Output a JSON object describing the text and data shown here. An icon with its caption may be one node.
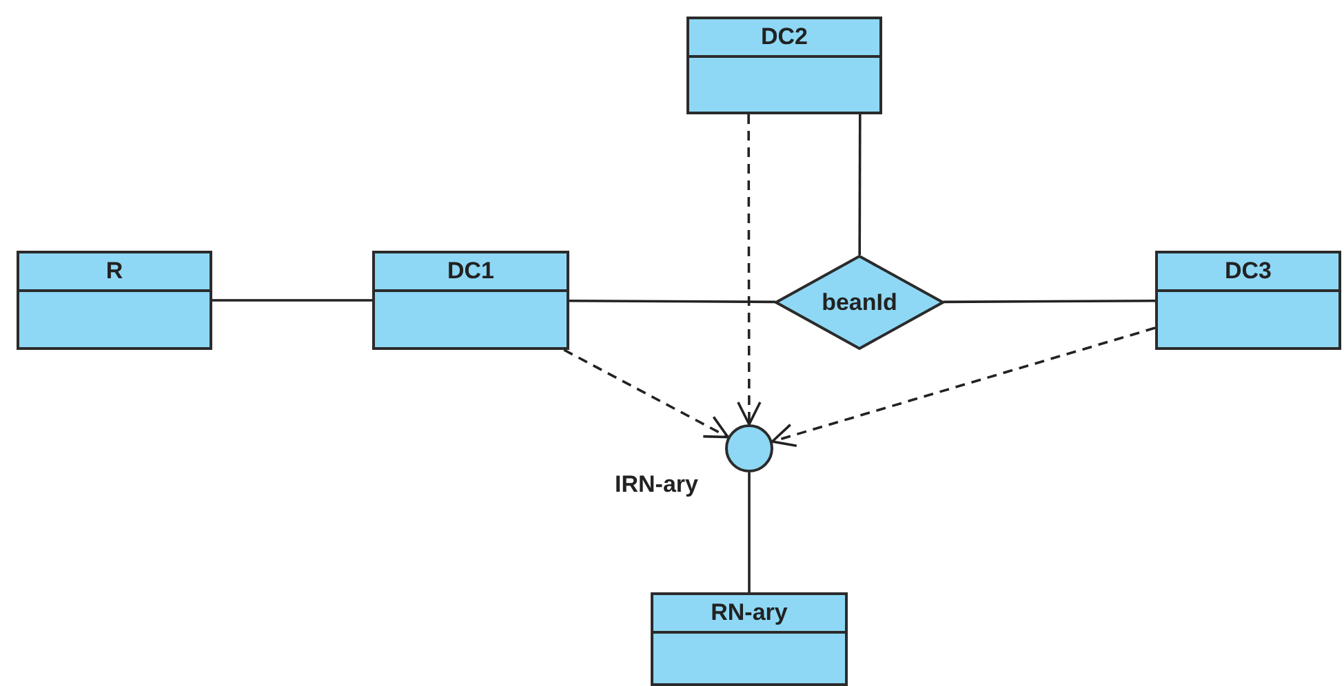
{
  "diagram": {
    "nodes": [
      {
        "text": [
          "R"
        ]
      },
      {
        "text": [
          "DC1"
        ]
      },
      {
        "text": [
          "DC2"
        ]
      },
      {
        "text": [
          "beanId"
        ]
      },
      {
        "text": [
          "DC3"
        ]
      },
      {
        "text": [],
        "shape": "circle",
        "beside": [
          "IRN-ary"
        ]
      },
      {
        "text": [
          "RN-ary"
        ]
      }
    ],
    "edges": [
      {
        "from": 0,
        "to": 1,
        "arrow": "none"
      },
      {
        "from": 1,
        "to": 3,
        "arrow": "none"
      },
      {
        "from": 2,
        "to": 3,
        "arrow": "none"
      },
      {
        "from": 3,
        "to": 4,
        "arrow": "none"
      },
      {
        "from": 1,
        "to": 5,
        "arrow": "to",
        "style": "dashed"
      },
      {
        "from": 2,
        "to": 5,
        "arrow": "to",
        "style": "dashed"
      },
      {
        "from": 4,
        "to": 5,
        "arrow": "to",
        "style": "dashed"
      },
      {
        "from": 5,
        "to": 6,
        "arrow": "none"
      }
    ]
  }
}
